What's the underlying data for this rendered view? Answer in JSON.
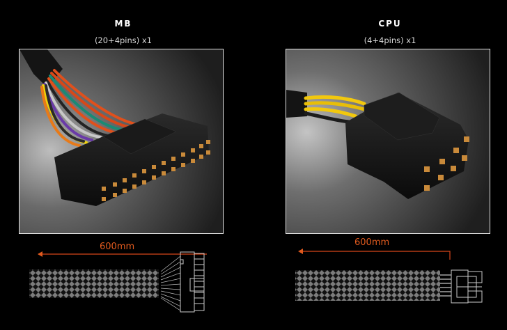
{
  "connectors": [
    {
      "id": "mb",
      "title": "MB",
      "subtitle": "(20+4pins) x1",
      "image_alt": "24-pin motherboard power connector with multicolored wires",
      "length_label": "600mm"
    },
    {
      "id": "cpu",
      "title": "CPU",
      "subtitle": "(4+4pins) x1",
      "image_alt": "8-pin CPU power connector with yellow and black wires",
      "length_label": "600mm"
    }
  ],
  "colors": {
    "background": "#000000",
    "dimension_line": "#d8461a",
    "dimension_text": "#e05a1e",
    "frame_border": "#e6e6e6",
    "sleeve_mesh": "#8a8a8a"
  },
  "icons": {
    "arrow": "arrow-left-icon",
    "sleeve": "braided-sleeve-diagram",
    "connector_diagram": "connector-outline-diagram"
  }
}
